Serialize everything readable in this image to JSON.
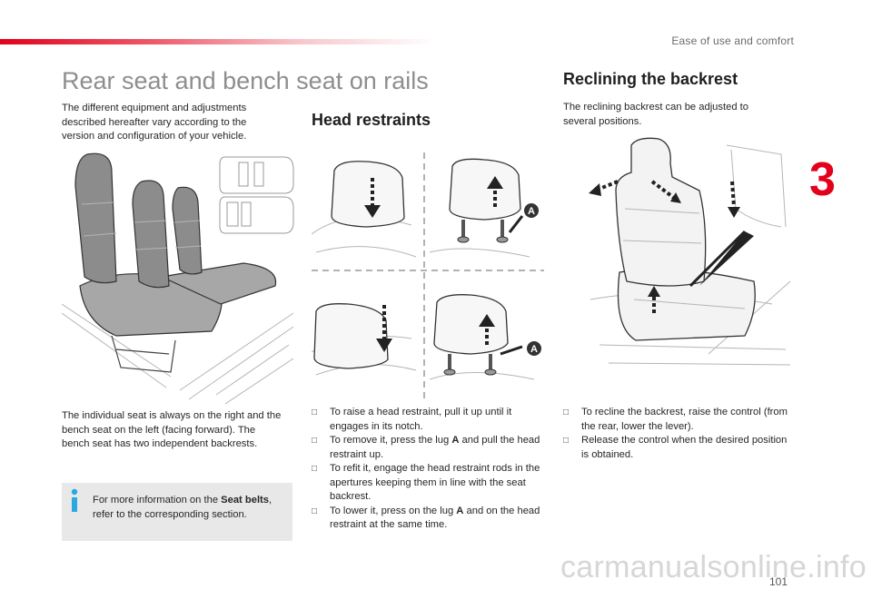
{
  "header": {
    "section": "Ease of use and comfort"
  },
  "chapter": {
    "number": "3"
  },
  "title": "Rear seat and bench seat on rails",
  "left": {
    "intro": "The different equipment and adjustments described hereafter vary according to the version and configuration of your vehicle.",
    "body": "The individual seat is always on the right and the bench seat on the left (facing forward). The bench seat has two independent backrests.",
    "info": {
      "prefix": "For more information on the ",
      "bold": "Seat belts",
      "suffix": ", refer to the corresponding section."
    }
  },
  "head_restraints": {
    "heading": "Head restraints",
    "lug_label": "A",
    "bullets": [
      {
        "pre": "To raise a head restraint, pull it up until it engages in its notch.",
        "bold": "",
        "post": ""
      },
      {
        "pre": "To remove it, press the lug ",
        "bold": "A",
        "post": " and pull the head restraint up."
      },
      {
        "pre": "To refit it, engage the head restraint rods in the apertures keeping them in line with the seat backrest.",
        "bold": "",
        "post": ""
      },
      {
        "pre": "To lower it, press on the lug ",
        "bold": "A",
        "post": " and on the head restraint at the same time."
      }
    ]
  },
  "reclining": {
    "heading": "Reclining the backrest",
    "intro": "The reclining backrest can be adjusted to several positions.",
    "bullets": [
      {
        "pre": "To recline the backrest, raise the control (from the rear, lower the lever).",
        "bold": "",
        "post": ""
      },
      {
        "pre": "Release the control when the desired position is obtained.",
        "bold": "",
        "post": ""
      }
    ]
  },
  "footer": {
    "page_number": "101",
    "watermark": "carmanualsonline.info"
  }
}
